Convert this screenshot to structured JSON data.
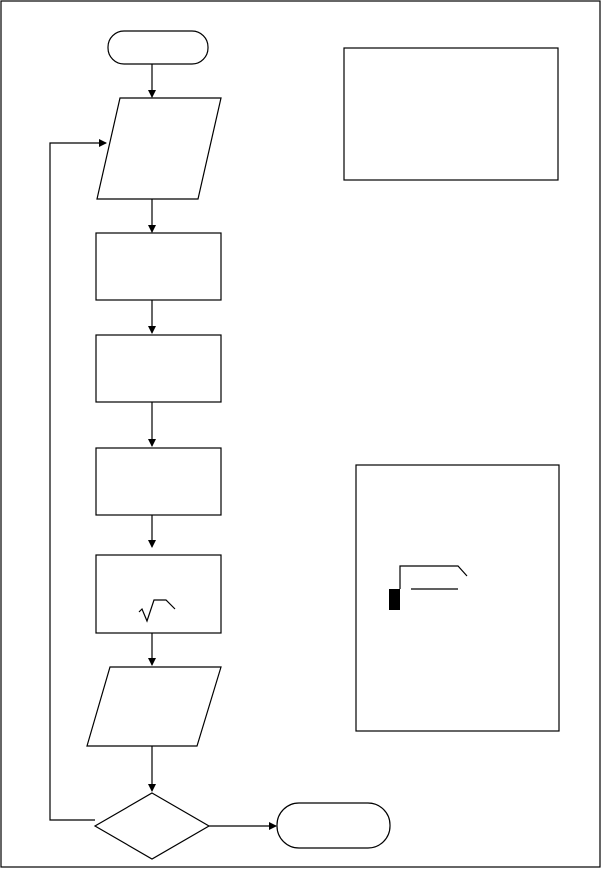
{
  "diagram": {
    "type": "flowchart",
    "nodes": [
      {
        "id": "start",
        "shape": "terminator",
        "text": ""
      },
      {
        "id": "input",
        "shape": "parallelogram",
        "text": ""
      },
      {
        "id": "process-1",
        "shape": "rectangle",
        "text": ""
      },
      {
        "id": "process-2",
        "shape": "rectangle",
        "text": ""
      },
      {
        "id": "process-3",
        "shape": "rectangle",
        "text": ""
      },
      {
        "id": "process-4",
        "shape": "rectangle",
        "text": ""
      },
      {
        "id": "output",
        "shape": "parallelogram",
        "text": ""
      },
      {
        "id": "decision",
        "shape": "diamond",
        "text": ""
      },
      {
        "id": "end",
        "shape": "terminator",
        "text": ""
      }
    ],
    "side_boxes": [
      {
        "id": "note-top",
        "text": ""
      },
      {
        "id": "note-bottom",
        "text": ""
      }
    ]
  }
}
